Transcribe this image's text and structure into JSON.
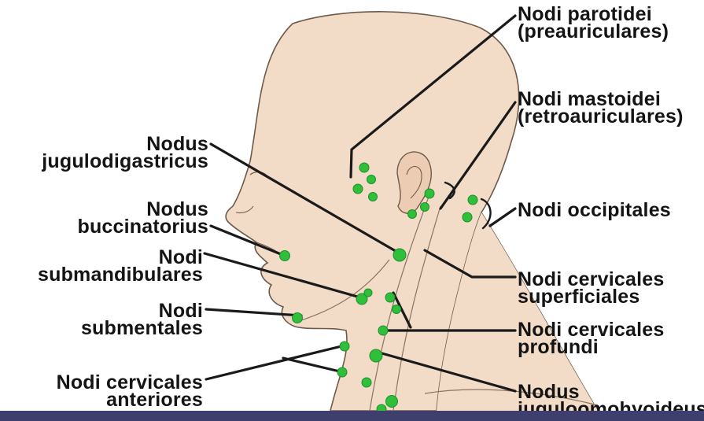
{
  "colors": {
    "background": "#ffffff",
    "skin": "#f2dcc7",
    "outline": "#6e5a4a",
    "leader_line": "#1a1a1a",
    "node": "#2fbf3a",
    "bottom_bar": "#3f3f6e"
  },
  "labels": {
    "nodi_parotidei": {
      "line1": "Nodi parotidei",
      "line2": "(preauriculares)"
    },
    "nodi_mastoidei": {
      "line1": "Nodi mastoidei",
      "line2": "(retroauriculares)"
    },
    "nodi_occipitales": {
      "line1": "Nodi occipitales"
    },
    "nodi_cervicales_superficiales": {
      "line1": "Nodi cervicales",
      "line2": "superficiales"
    },
    "nodi_cervicales_profundi": {
      "line1": "Nodi cervicales",
      "line2": "profundi"
    },
    "nodus_juguloomohyoideus": {
      "line1": "Nodus",
      "line2": "juguloomohyoideus"
    },
    "nodus_jugulodigastricus": {
      "line1": "Nodus",
      "line2": "jugulodigastricus"
    },
    "nodus_buccinatorius": {
      "line1": "Nodus",
      "line2": "buccinatorius"
    },
    "nodi_submandibulares": {
      "line1": "Nodi",
      "line2": "submandibulares"
    },
    "nodi_submentales": {
      "line1": "Nodi",
      "line2": "submentales"
    },
    "nodi_cervicales_anteriores": {
      "line1": "Nodi cervicales",
      "line2": "anteriores"
    }
  }
}
